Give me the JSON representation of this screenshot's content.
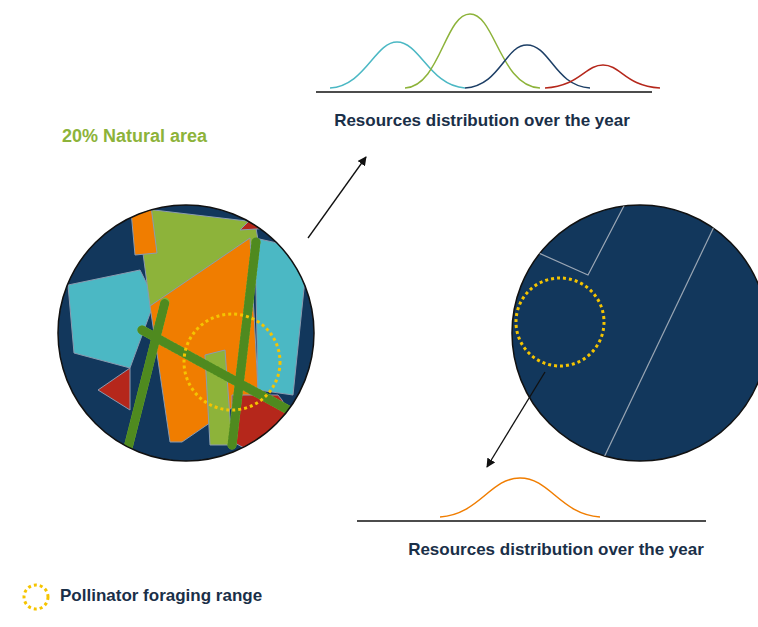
{
  "diagram": {
    "labels": [
      "20% Natural area",
      "Resources distribution over the year",
      "Resources distribution over the year"
    ],
    "legend": [
      {
        "text": "Pollinator foraging range"
      }
    ]
  }
}
